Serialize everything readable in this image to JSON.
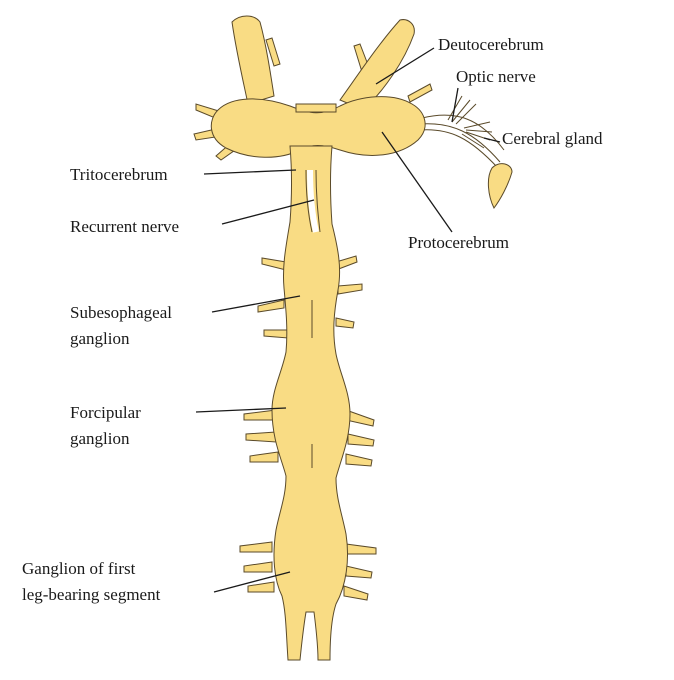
{
  "colors": {
    "tissue": "#f9dc84",
    "outline": "#5a4a2a",
    "text": "#1a1a1a",
    "background": "#ffffff"
  },
  "labels": {
    "deutocerebrum": "Deutocerebrum",
    "optic_nerve": "Optic nerve",
    "cerebral_gland": "Cerebral gland",
    "tritocerebrum": "Tritocerebrum",
    "recurrent_nerve": "Recurrent nerve",
    "protocerebrum": "Protocerebrum",
    "subesophageal_ganglion": [
      "Subesophageal",
      "ganglion"
    ],
    "forcipular_ganglion": [
      "Forcipular",
      "ganglion"
    ],
    "first_leg_ganglion": [
      "Ganglion of first",
      "leg-bearing segment"
    ]
  }
}
